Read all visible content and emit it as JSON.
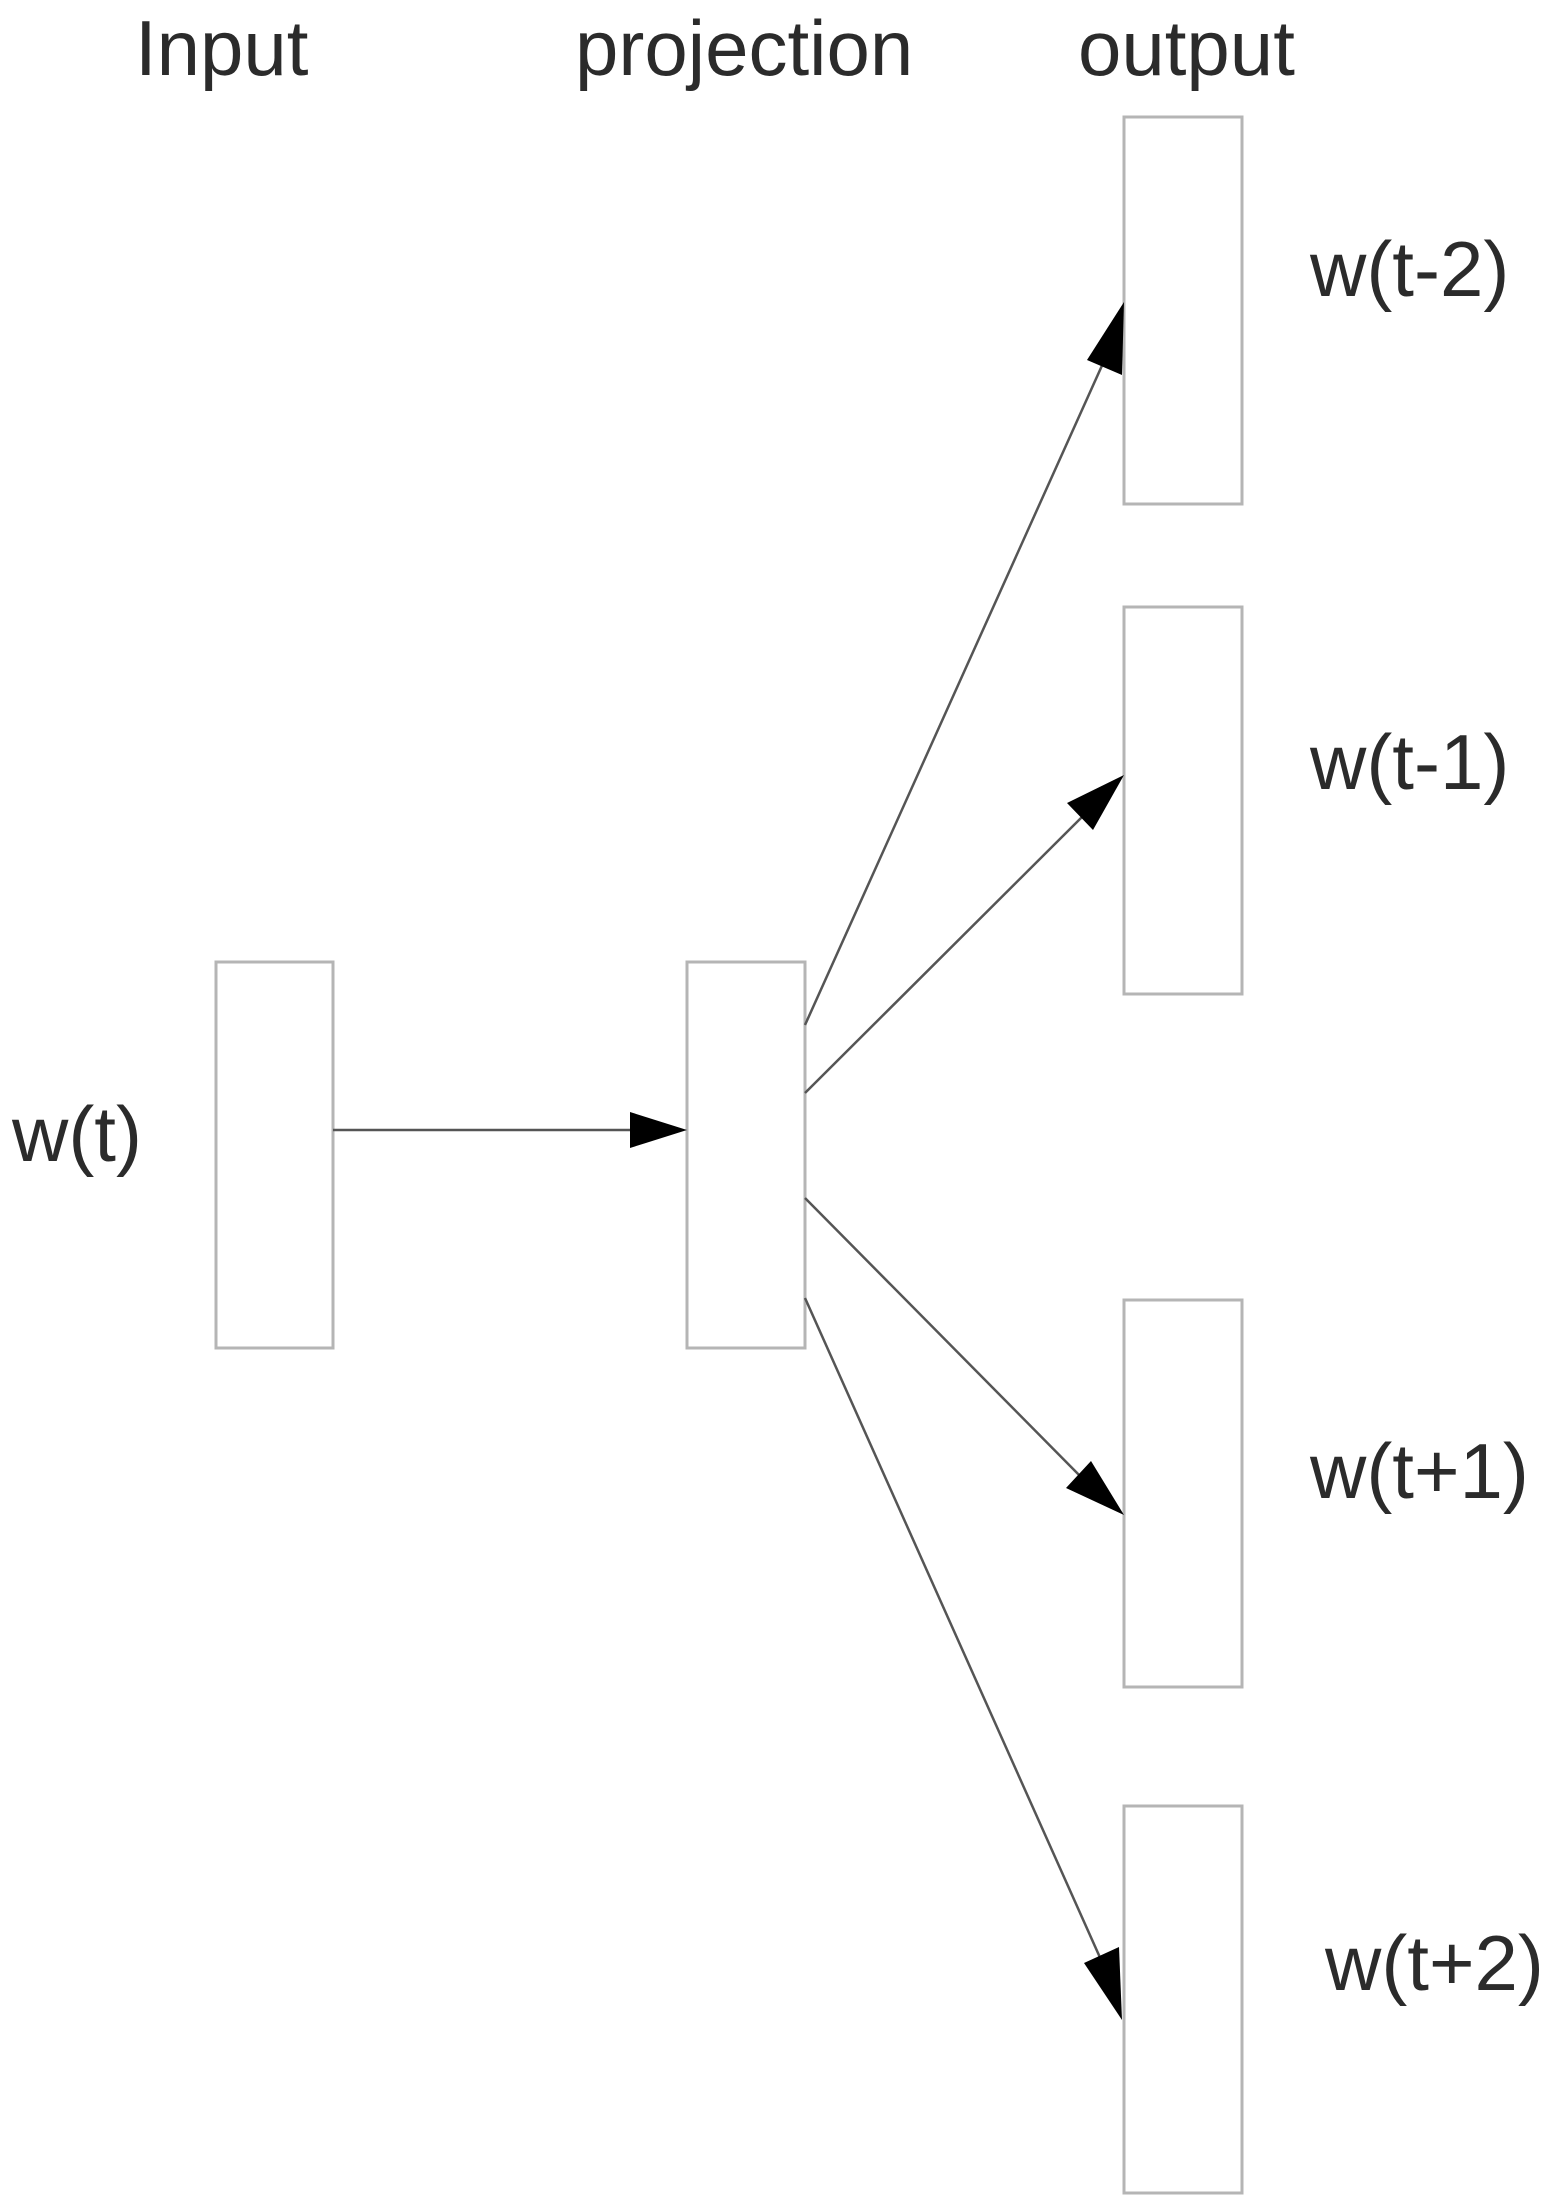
{
  "layers": {
    "input": "Input",
    "projection": "projection",
    "output": "output"
  },
  "words": {
    "input": "w(t)",
    "outputs": [
      "w(t-2)",
      "w(t-1)",
      "w(t+1)",
      "w(t+2)"
    ]
  }
}
